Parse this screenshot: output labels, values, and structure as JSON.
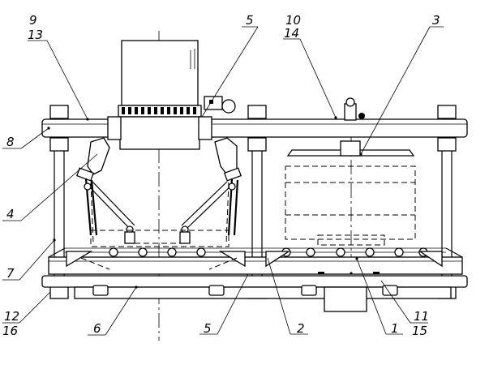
{
  "drawing": {
    "callouts": [
      {
        "id": "c9-13",
        "top": "9",
        "bottom": "13"
      },
      {
        "id": "c5-top",
        "top": "5",
        "bottom": ""
      },
      {
        "id": "c10-14",
        "top": "10",
        "bottom": "14"
      },
      {
        "id": "c3",
        "top": "3",
        "bottom": ""
      },
      {
        "id": "c8",
        "top": "8",
        "bottom": ""
      },
      {
        "id": "c4",
        "top": "4",
        "bottom": ""
      },
      {
        "id": "c7",
        "top": "7",
        "bottom": ""
      },
      {
        "id": "c12-16",
        "top": "12",
        "bottom": "16"
      },
      {
        "id": "c6",
        "top": "6",
        "bottom": ""
      },
      {
        "id": "c5-bottom",
        "top": "5",
        "bottom": ""
      },
      {
        "id": "c2",
        "top": "2",
        "bottom": ""
      },
      {
        "id": "c1",
        "top": "1",
        "bottom": ""
      },
      {
        "id": "c11-15",
        "top": "11",
        "bottom": "15"
      }
    ]
  }
}
